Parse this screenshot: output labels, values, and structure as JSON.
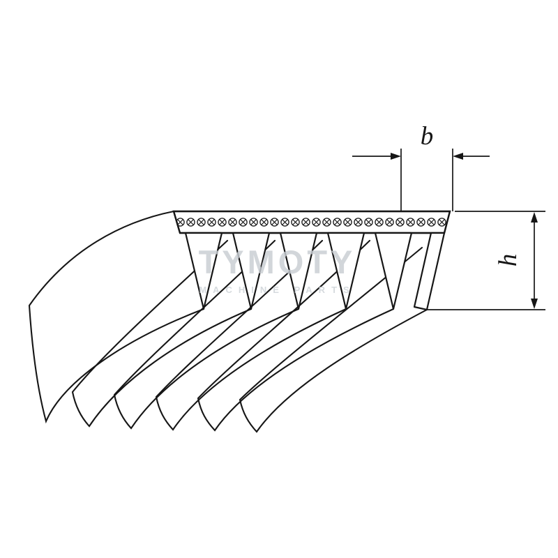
{
  "diagram": {
    "subject": "ribbed-poly-v-belt-technical-drawing",
    "dimensions": {
      "b_label": "b",
      "h_label": "h"
    },
    "watermark": {
      "line1": "TYMOTY",
      "line2": "MACHINE PARTS"
    },
    "colors": {
      "line": "#161616",
      "background": "#ffffff",
      "watermark": "#c9ced3"
    },
    "rib_tips_far_end": 6,
    "rib_triangles_cut_face": 5
  }
}
